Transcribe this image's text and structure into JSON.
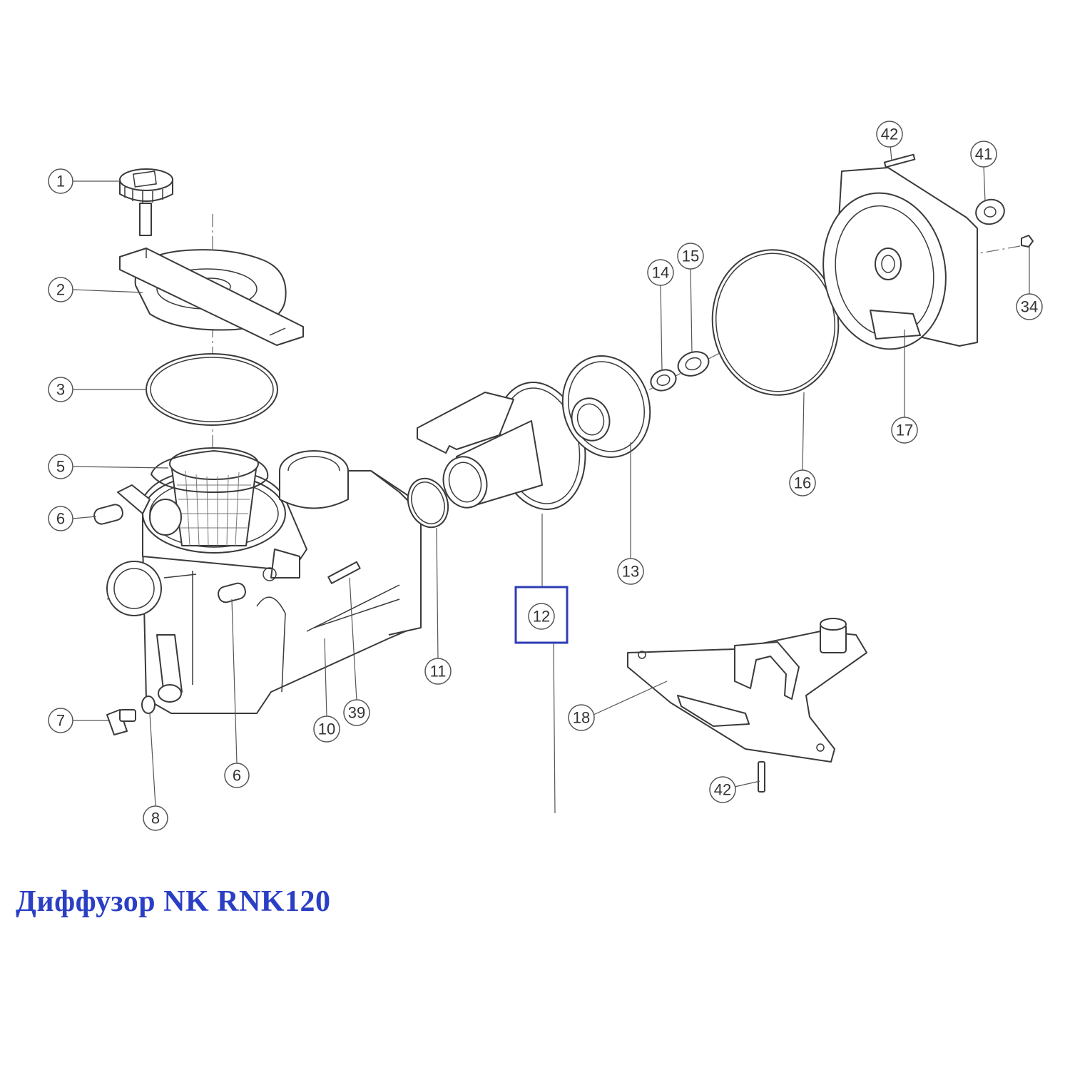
{
  "caption": "Диффузор NK RNK120",
  "highlight_color": "#2d3db5",
  "highlighted_part": "12",
  "callouts": [
    {
      "id": "c1",
      "label": "1"
    },
    {
      "id": "c2",
      "label": "2"
    },
    {
      "id": "c3",
      "label": "3"
    },
    {
      "id": "c5",
      "label": "5"
    },
    {
      "id": "c6a",
      "label": "6"
    },
    {
      "id": "c6b",
      "label": "6"
    },
    {
      "id": "c7",
      "label": "7"
    },
    {
      "id": "c8",
      "label": "8"
    },
    {
      "id": "c10",
      "label": "10"
    },
    {
      "id": "c39",
      "label": "39"
    },
    {
      "id": "c11",
      "label": "11"
    },
    {
      "id": "c12",
      "label": "12"
    },
    {
      "id": "c13",
      "label": "13"
    },
    {
      "id": "c14",
      "label": "14"
    },
    {
      "id": "c15",
      "label": "15"
    },
    {
      "id": "c16",
      "label": "16"
    },
    {
      "id": "c17",
      "label": "17"
    },
    {
      "id": "c18",
      "label": "18"
    },
    {
      "id": "c41",
      "label": "41"
    },
    {
      "id": "c42a",
      "label": "42"
    },
    {
      "id": "c42b",
      "label": "42"
    },
    {
      "id": "c34",
      "label": "34"
    }
  ]
}
